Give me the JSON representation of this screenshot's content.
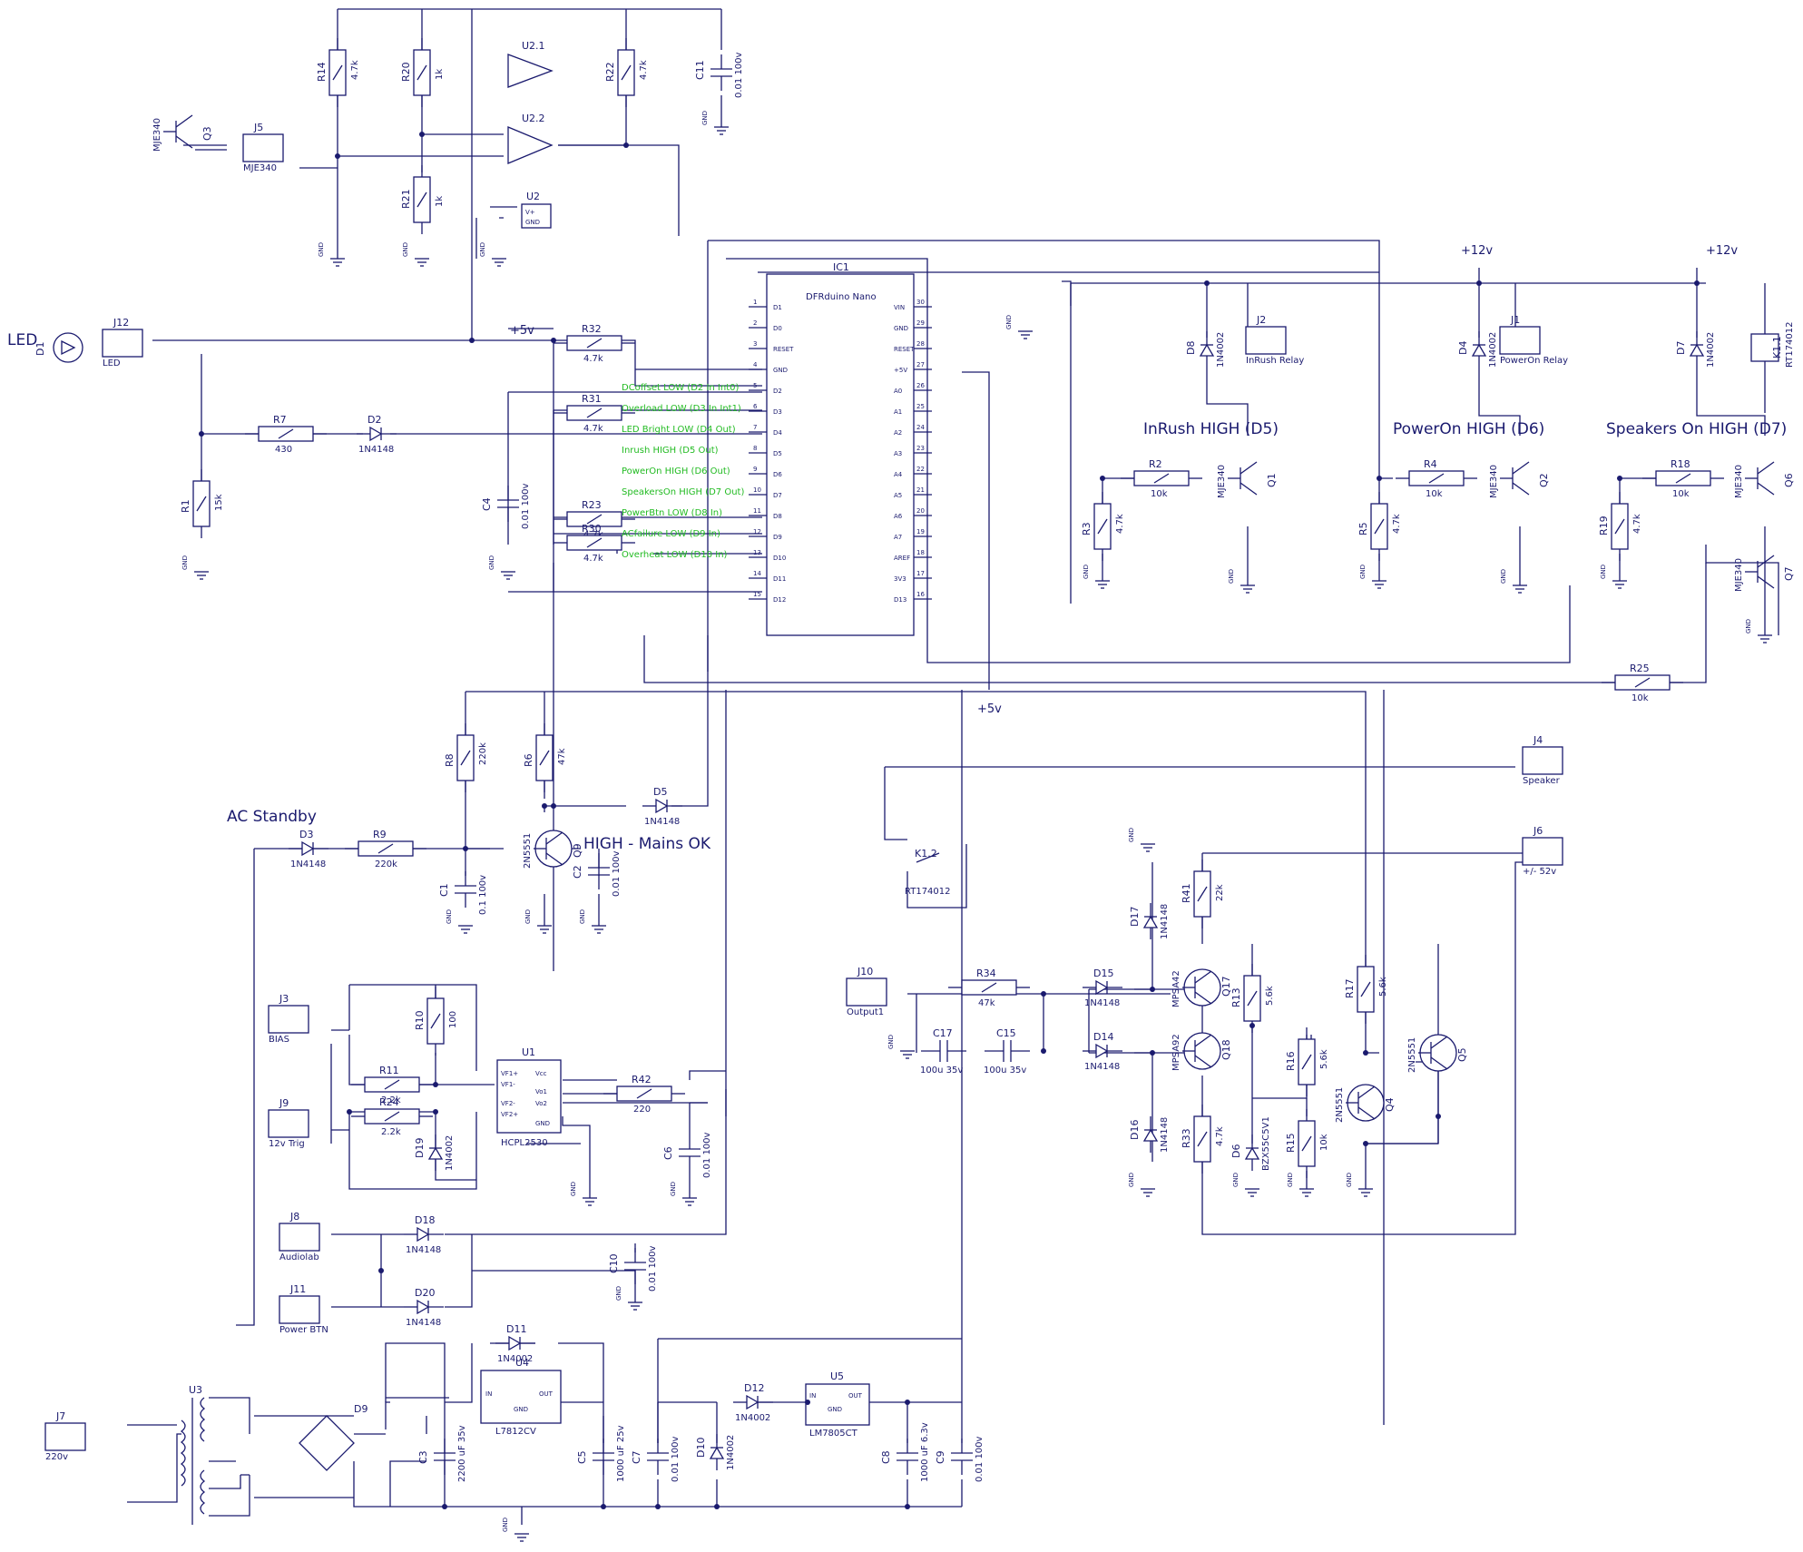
{
  "headings": {
    "inrush": "InRush HIGH (D5)",
    "poweron": "PowerOn HIGH (D6)",
    "speakers": "Speakers On HIGH (D7)",
    "ac_standby": "AC Standby",
    "mains_ok": "HIGH - Mains OK",
    "led": "LED"
  },
  "rails": {
    "v12_a": "+12v",
    "v12_b": "+12v",
    "v5_a": "+5v",
    "v5_b": "+5v"
  },
  "ic1": {
    "ref": "IC1",
    "name": "DFRduino Nano",
    "left_pins": [
      {
        "num": "1",
        "name": "D1"
      },
      {
        "num": "2",
        "name": "D0"
      },
      {
        "num": "3",
        "name": "RESET"
      },
      {
        "num": "4",
        "name": "GND"
      },
      {
        "num": "5",
        "name": "D2"
      },
      {
        "num": "6",
        "name": "D3"
      },
      {
        "num": "7",
        "name": "D4"
      },
      {
        "num": "8",
        "name": "D5"
      },
      {
        "num": "9",
        "name": "D6"
      },
      {
        "num": "10",
        "name": "D7"
      },
      {
        "num": "11",
        "name": "D8"
      },
      {
        "num": "12",
        "name": "D9"
      },
      {
        "num": "13",
        "name": "D10"
      },
      {
        "num": "14",
        "name": "D11"
      },
      {
        "num": "15",
        "name": "D12"
      }
    ],
    "right_pins": [
      {
        "num": "30",
        "name": "VIN"
      },
      {
        "num": "29",
        "name": "GND"
      },
      {
        "num": "28",
        "name": "RESET"
      },
      {
        "num": "27",
        "name": "+5V"
      },
      {
        "num": "26",
        "name": "A0"
      },
      {
        "num": "25",
        "name": "A1"
      },
      {
        "num": "24",
        "name": "A2"
      },
      {
        "num": "23",
        "name": "A3"
      },
      {
        "num": "22",
        "name": "A4"
      },
      {
        "num": "21",
        "name": "A5"
      },
      {
        "num": "20",
        "name": "A6"
      },
      {
        "num": "19",
        "name": "A7"
      },
      {
        "num": "18",
        "name": "AREF"
      },
      {
        "num": "17",
        "name": "3V3"
      },
      {
        "num": "16",
        "name": "D13"
      }
    ]
  },
  "nets": [
    "DCoffset LOW (D2 In Int0)",
    "Overload LOW (D3 In Int1)",
    "LED Bright LOW (D4 Out)",
    "Inrush HIGH (D5 Out)",
    "PowerOn HIGH (D6 Out)",
    "SpeakersOn HIGH (D7 Out)",
    "PowerBtn LOW (D8 In)",
    "ACfailure LOW (D9 In)",
    "Overheat LOW (D10 In)"
  ],
  "resistors": [
    {
      "ref": "R14",
      "val": "4.7k"
    },
    {
      "ref": "R20",
      "val": "1k"
    },
    {
      "ref": "R21",
      "val": "1k"
    },
    {
      "ref": "R22",
      "val": "4.7k"
    },
    {
      "ref": "R32",
      "val": "4.7k"
    },
    {
      "ref": "R31",
      "val": "4.7k"
    },
    {
      "ref": "R23",
      "val": "4.7k"
    },
    {
      "ref": "R30",
      "val": "4.7k"
    },
    {
      "ref": "R7",
      "val": "430"
    },
    {
      "ref": "R1",
      "val": "15k"
    },
    {
      "ref": "R2",
      "val": "10k"
    },
    {
      "ref": "R3",
      "val": "4.7k"
    },
    {
      "ref": "R4",
      "val": "10k"
    },
    {
      "ref": "R5",
      "val": "4.7k"
    },
    {
      "ref": "R18",
      "val": "10k"
    },
    {
      "ref": "R19",
      "val": "4.7k"
    },
    {
      "ref": "R25",
      "val": "10k"
    },
    {
      "ref": "R8",
      "val": "220k"
    },
    {
      "ref": "R6",
      "val": "47k"
    },
    {
      "ref": "R9",
      "val": "220k"
    },
    {
      "ref": "R10",
      "val": "100"
    },
    {
      "ref": "R11",
      "val": "2.2k"
    },
    {
      "ref": "R24",
      "val": "2.2k"
    },
    {
      "ref": "R42",
      "val": "220"
    },
    {
      "ref": "R34",
      "val": "47k"
    },
    {
      "ref": "R41",
      "val": "22k"
    },
    {
      "ref": "R13",
      "val": "5.6k"
    },
    {
      "ref": "R17",
      "val": "5.6k"
    },
    {
      "ref": "R16",
      "val": "5.6k"
    },
    {
      "ref": "R15",
      "val": "10k"
    },
    {
      "ref": "R33",
      "val": "4.7k"
    }
  ],
  "capacitors": [
    {
      "ref": "C11",
      "val": "0.01 100v"
    },
    {
      "ref": "C4",
      "val": "0.01 100v"
    },
    {
      "ref": "C1",
      "val": "0.1 100v"
    },
    {
      "ref": "C2",
      "val": "0.01 100v"
    },
    {
      "ref": "C6",
      "val": "0.01 100v"
    },
    {
      "ref": "C10",
      "val": "0.01 100v"
    },
    {
      "ref": "C17",
      "val": "100u 35v"
    },
    {
      "ref": "C15",
      "val": "100u 35v"
    },
    {
      "ref": "C3",
      "val": "2200 uF 35v"
    },
    {
      "ref": "C5",
      "val": "1000 uF 25v"
    },
    {
      "ref": "C7",
      "val": "0.01 100v"
    },
    {
      "ref": "C8",
      "val": "1000 uF 6.3v"
    },
    {
      "ref": "C9",
      "val": "0.01 100v"
    }
  ],
  "diodes": [
    {
      "ref": "D2",
      "val": "1N4148"
    },
    {
      "ref": "D3",
      "val": "1N4148"
    },
    {
      "ref": "D5",
      "val": "1N4148"
    },
    {
      "ref": "D8",
      "val": "1N4002"
    },
    {
      "ref": "D4",
      "val": "1N4002"
    },
    {
      "ref": "D7",
      "val": "1N4002"
    },
    {
      "ref": "D19",
      "val": "1N4002"
    },
    {
      "ref": "D18",
      "val": "1N4148"
    },
    {
      "ref": "D20",
      "val": "1N4148"
    },
    {
      "ref": "D11",
      "val": "1N4002"
    },
    {
      "ref": "D12",
      "val": "1N4002"
    },
    {
      "ref": "D10",
      "val": "1N4002"
    },
    {
      "ref": "D15",
      "val": "1N4148"
    },
    {
      "ref": "D14",
      "val": "1N4148"
    },
    {
      "ref": "D17",
      "val": "1N4148"
    },
    {
      "ref": "D16",
      "val": "1N4148"
    },
    {
      "ref": "D6",
      "val": "BZX55C5V1"
    }
  ],
  "transistors": [
    {
      "ref": "Q3",
      "val": "MJE340"
    },
    {
      "ref": "Q1",
      "val": "MJE340"
    },
    {
      "ref": "Q2",
      "val": "MJE340"
    },
    {
      "ref": "Q6",
      "val": "MJE340"
    },
    {
      "ref": "Q7",
      "val": "MJE340"
    },
    {
      "ref": "Q9",
      "val": "2N5551"
    },
    {
      "ref": "Q17",
      "val": "MPSA42"
    },
    {
      "ref": "Q18",
      "val": "MPSA92"
    },
    {
      "ref": "Q4",
      "val": "2N5551"
    },
    {
      "ref": "Q5",
      "val": "2N5551"
    }
  ],
  "connectors": [
    {
      "ref": "J5",
      "val": "MJE340"
    },
    {
      "ref": "J12",
      "val": "LED"
    },
    {
      "ref": "J2",
      "val": "InRush Relay"
    },
    {
      "ref": "J1",
      "val": "PowerOn Relay"
    },
    {
      "ref": "J4",
      "val": "Speaker"
    },
    {
      "ref": "J6",
      "val": "+/- 52v"
    },
    {
      "ref": "J3",
      "val": "BIAS"
    },
    {
      "ref": "J9",
      "val": "12v Trig"
    },
    {
      "ref": "J8",
      "val": "Audiolab"
    },
    {
      "ref": "J11",
      "val": "Power BTN"
    },
    {
      "ref": "J10",
      "val": "Output1"
    },
    {
      "ref": "J7",
      "val": "220v"
    }
  ],
  "ics": [
    {
      "ref": "U2.1"
    },
    {
      "ref": "U2.2"
    },
    {
      "ref": "U2",
      "p1": "V+",
      "p2": "GND"
    },
    {
      "ref": "U1",
      "val": "HCPL2530",
      "pins": [
        "VF1+",
        "VF1-",
        "VF2-",
        "VF2+",
        "Vcc",
        "Vo1",
        "Vo2",
        "GND"
      ]
    },
    {
      "ref": "U4",
      "val": "L7812CV",
      "pins": [
        "IN",
        "GND",
        "OUT"
      ]
    },
    {
      "ref": "U5",
      "val": "LM7805CT",
      "pins": [
        "IN",
        "GND",
        "OUT"
      ]
    },
    {
      "ref": "U3"
    },
    {
      "ref": "D9"
    },
    {
      "ref": "D1"
    }
  ],
  "relays": [
    {
      "ref": "K1.1",
      "val": "RT174012"
    },
    {
      "ref": "K1.2",
      "val": "RT174012"
    }
  ],
  "gnd": "GND"
}
